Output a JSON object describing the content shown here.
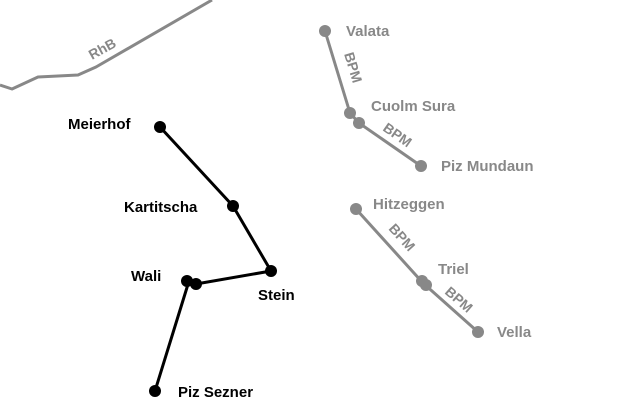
{
  "map": {
    "colors": {
      "background": "#ffffff",
      "active_line": "#000000",
      "inactive_line": "#888888",
      "inactive_text": "#888888"
    },
    "rail_line": {
      "label": "RhB"
    },
    "active_lift": {
      "stations": [
        "Meierhof",
        "Kartitscha",
        "Stein",
        "Wali",
        "Piz Sezner"
      ]
    },
    "lift_north": {
      "label": "BPM",
      "stations": [
        "Valata",
        "Cuolm Sura",
        "Piz Mundaun"
      ]
    },
    "lift_south": {
      "label": "BPM",
      "stations": [
        "Hitzeggen",
        "Triel",
        "Vella"
      ]
    }
  }
}
